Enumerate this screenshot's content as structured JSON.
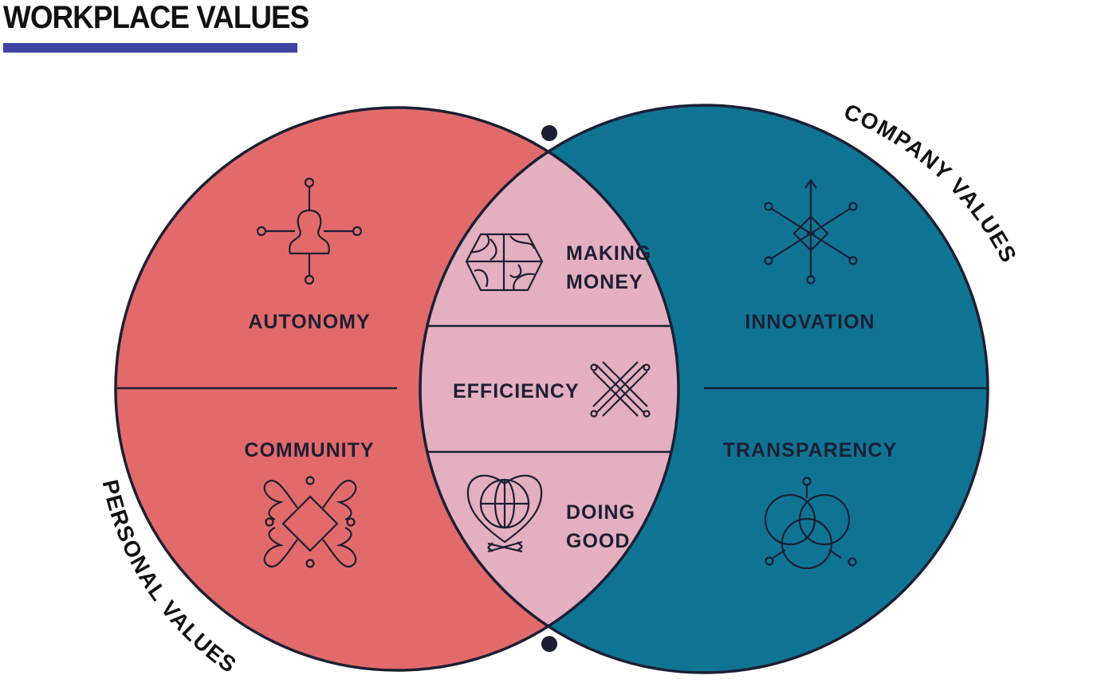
{
  "title": "WORKPLACE VALUES",
  "colors": {
    "accent": "#4043a6",
    "personal": "#e36a6b",
    "company": "#0f7494",
    "overlap": "#e4afc0",
    "ink": "#1c1f33"
  },
  "circles": {
    "personal_label": "PERSONAL VALUES",
    "company_label": "COMPANY VALUES"
  },
  "personal": {
    "top": {
      "label": "AUTONOMY",
      "icon": "person-network-icon"
    },
    "bottom": {
      "label": "COMMUNITY",
      "icon": "community-knot-icon"
    }
  },
  "company": {
    "top": {
      "label": "INNOVATION",
      "icon": "compass-star-icon"
    },
    "bottom": {
      "label": "TRANSPARENCY",
      "icon": "overlapping-circles-icon"
    }
  },
  "shared": {
    "top": {
      "line1": "MAKING",
      "line2": "MONEY",
      "icon": "hexagon-pattern-icon"
    },
    "middle": {
      "label": "EFFICIENCY",
      "icon": "crossed-lines-icon"
    },
    "bottom": {
      "line1": "DOING",
      "line2": "GOOD",
      "icon": "heart-globe-icon"
    }
  }
}
